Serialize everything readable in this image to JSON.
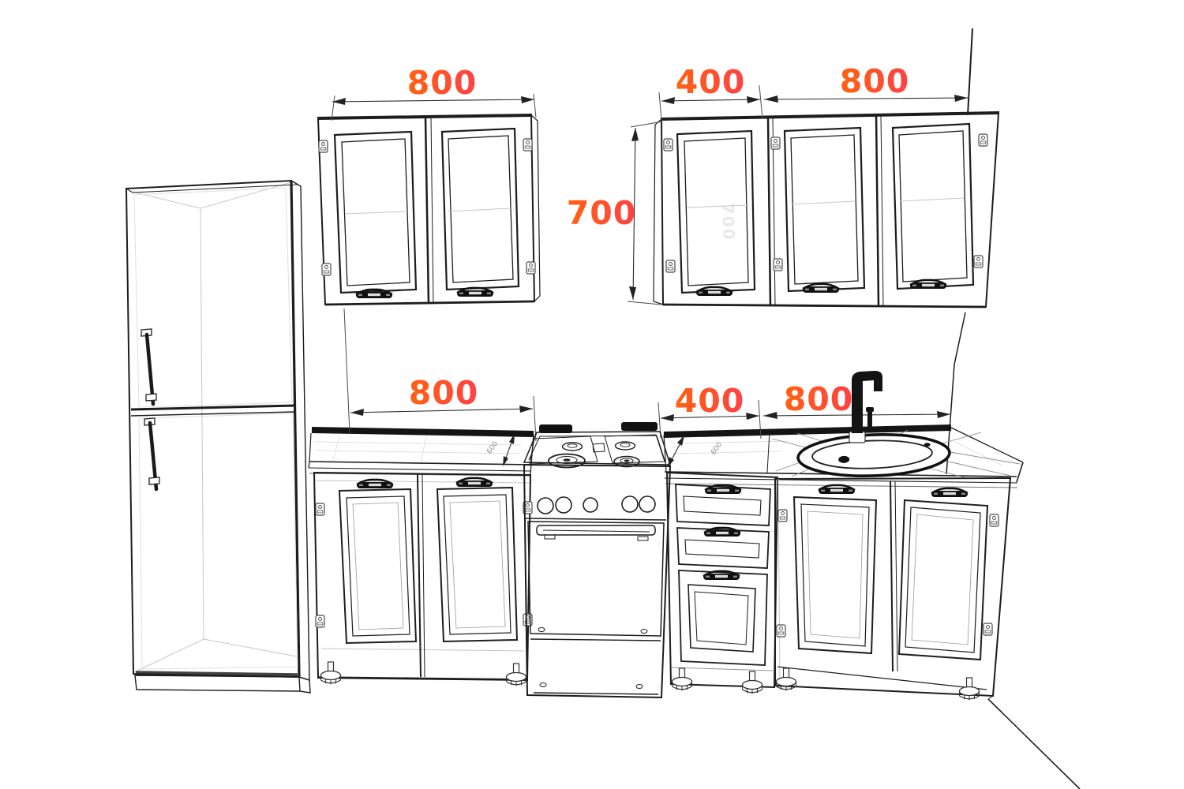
{
  "figure": {
    "type": "kitchen-elevation-drawing",
    "style": "sketch-wireframe",
    "background": "#ffffff"
  },
  "palette": {
    "ink": "#1d1d1d",
    "accent_start": "#ff6310",
    "accent_end": "#ff4046",
    "dark_fill": "#141414"
  },
  "labels": {
    "wall_left_width": "800",
    "wall_mid_width": "400",
    "wall_right_width": "800",
    "wall_cabinet_height": "700",
    "base_left_width": "800",
    "base_mid_width": "400",
    "base_right_width": "800"
  },
  "annotations": {
    "counter_depth_left": "600",
    "counter_depth_mid": "600",
    "glass_watermark": "700"
  }
}
